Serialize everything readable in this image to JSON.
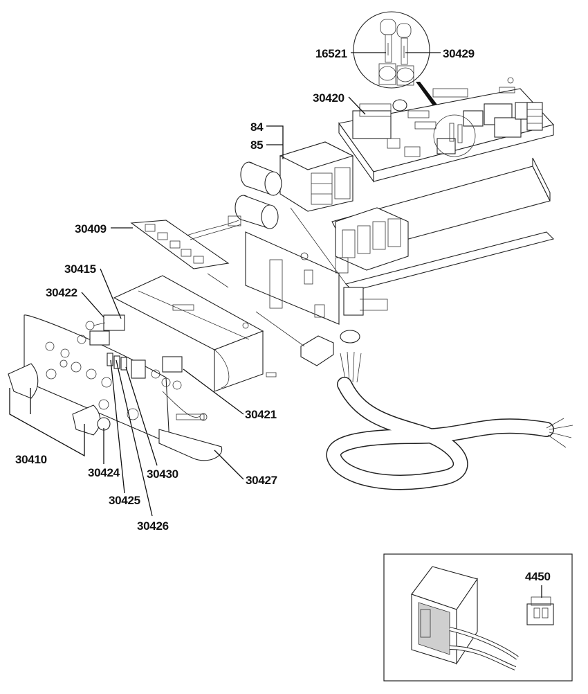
{
  "callouts": {
    "c16521": "16521",
    "c30429": "30429",
    "c30420": "30420",
    "c84": "84",
    "c85": "85",
    "c30409": "30409",
    "c30415": "30415",
    "c30422": "30422",
    "c30421": "30421",
    "c30410": "30410",
    "c30424": "30424",
    "c30430": "30430",
    "c30427": "30427",
    "c30425": "30425",
    "c30426": "30426",
    "c4450": "4450"
  }
}
